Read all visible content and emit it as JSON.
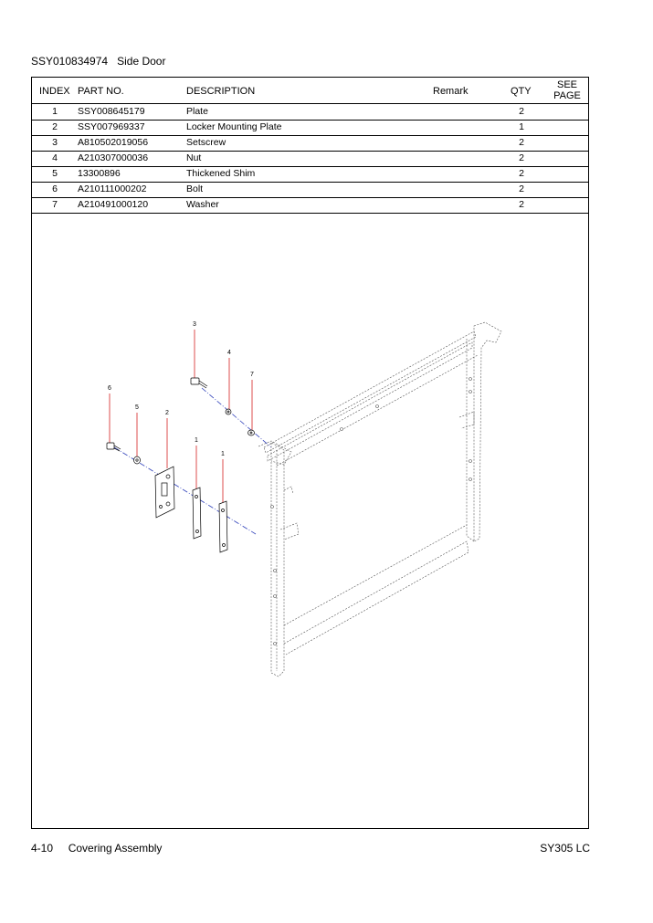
{
  "header": {
    "doc_code": "SSY010834974",
    "doc_title": "Side Door"
  },
  "table": {
    "columns": {
      "index": "INDEX",
      "part_no": "PART NO.",
      "description": "DESCRIPTION",
      "remark": "Remark",
      "qty": "QTY",
      "see_page_1": "SEE",
      "see_page_2": "PAGE"
    },
    "rows": [
      {
        "index": "1",
        "part_no": "SSY008645179",
        "description": "Plate",
        "remark": "",
        "qty": "2",
        "see_page": ""
      },
      {
        "index": "2",
        "part_no": "SSY007969337",
        "description": "Locker Mounting Plate",
        "remark": "",
        "qty": "1",
        "see_page": ""
      },
      {
        "index": "3",
        "part_no": "A810502019056",
        "description": "Setscrew",
        "remark": "",
        "qty": "2",
        "see_page": ""
      },
      {
        "index": "4",
        "part_no": "A210307000036",
        "description": "Nut",
        "remark": "",
        "qty": "2",
        "see_page": ""
      },
      {
        "index": "5",
        "part_no": "13300896",
        "description": "Thickened Shim",
        "remark": "",
        "qty": "2",
        "see_page": ""
      },
      {
        "index": "6",
        "part_no": "A210111000202",
        "description": "Bolt",
        "remark": "",
        "qty": "2",
        "see_page": ""
      },
      {
        "index": "7",
        "part_no": "A210491000120",
        "description": "Washer",
        "remark": "",
        "qty": "2",
        "see_page": ""
      }
    ]
  },
  "diagram": {
    "callouts": [
      "3",
      "4",
      "7",
      "6",
      "5",
      "2",
      "1",
      "1"
    ]
  },
  "footer": {
    "page": "4-10",
    "section": "Covering Assembly",
    "model": "SY305 LC"
  }
}
